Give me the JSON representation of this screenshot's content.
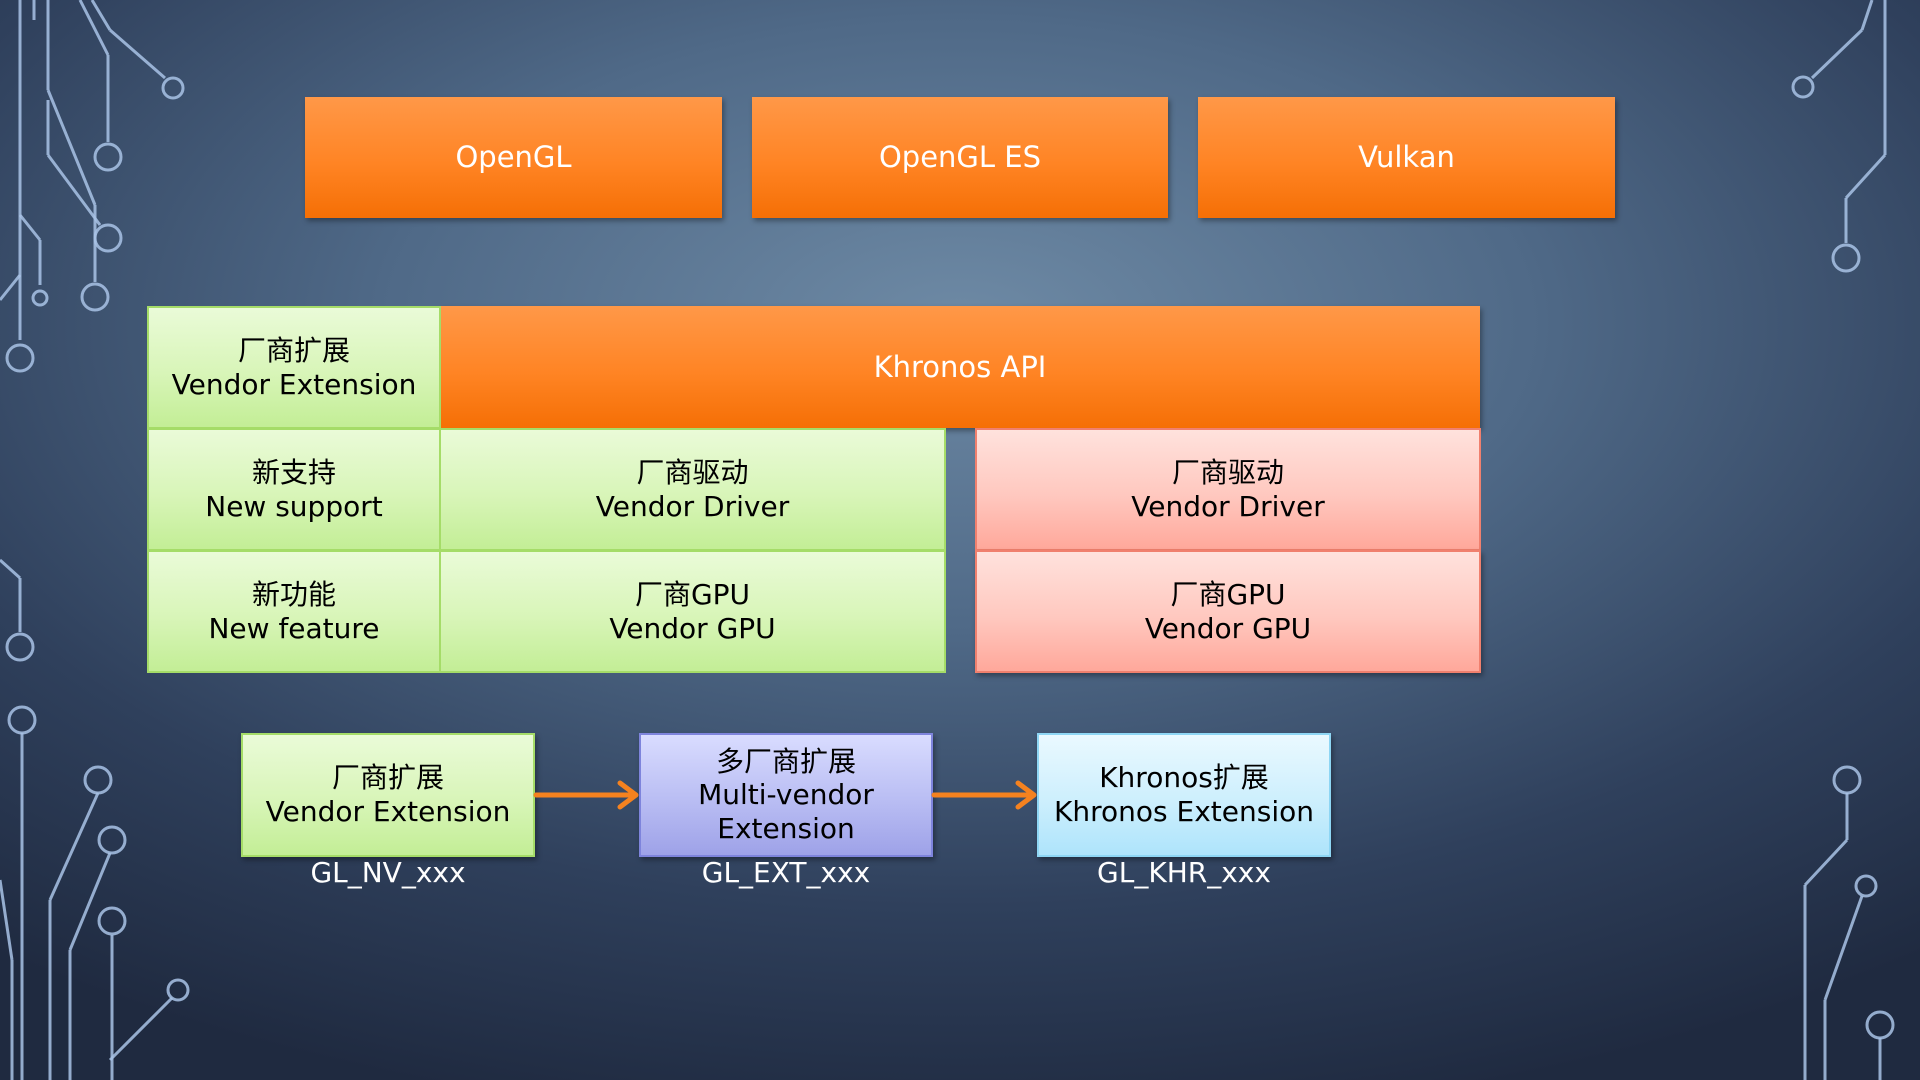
{
  "api_boxes": {
    "opengl": "OpenGL",
    "opengl_es": "OpenGL ES",
    "vulkan": "Vulkan"
  },
  "vendor_extension": {
    "zh": "厂商扩展",
    "en": "Vendor Extension"
  },
  "khronos_api": "Khronos API",
  "new_support": {
    "zh": "新支持",
    "en": "New support"
  },
  "new_feature": {
    "zh": "新功能",
    "en": "New feature"
  },
  "green_driver": {
    "zh": "厂商驱动",
    "en": "Vendor Driver"
  },
  "green_gpu": {
    "zh": "厂商GPU",
    "en": "Vendor GPU"
  },
  "red_driver": {
    "zh": "厂商驱动",
    "en": "Vendor Driver"
  },
  "red_gpu": {
    "zh": "厂商GPU",
    "en": "Vendor GPU"
  },
  "flow": {
    "vendor": {
      "zh": "厂商扩展",
      "en": "Vendor Extension",
      "code": "GL_NV_xxx"
    },
    "multi": {
      "zh": "多厂商扩展",
      "en_line1": "Multi-vendor",
      "en_line2": "Extension",
      "code": "GL_EXT_xxx"
    },
    "khronos": {
      "zh": "Khronos扩展",
      "en": "Khronos Extension",
      "code": "GL_KHR_xxx"
    }
  },
  "colors": {
    "orange": "#ff8424",
    "green": "#d8f5b8",
    "red": "#ffc8bf",
    "purple": "#b9bdf3",
    "blue": "#cdeffd",
    "arrow": "#f5821f",
    "circuit": "#a9c3e6"
  }
}
